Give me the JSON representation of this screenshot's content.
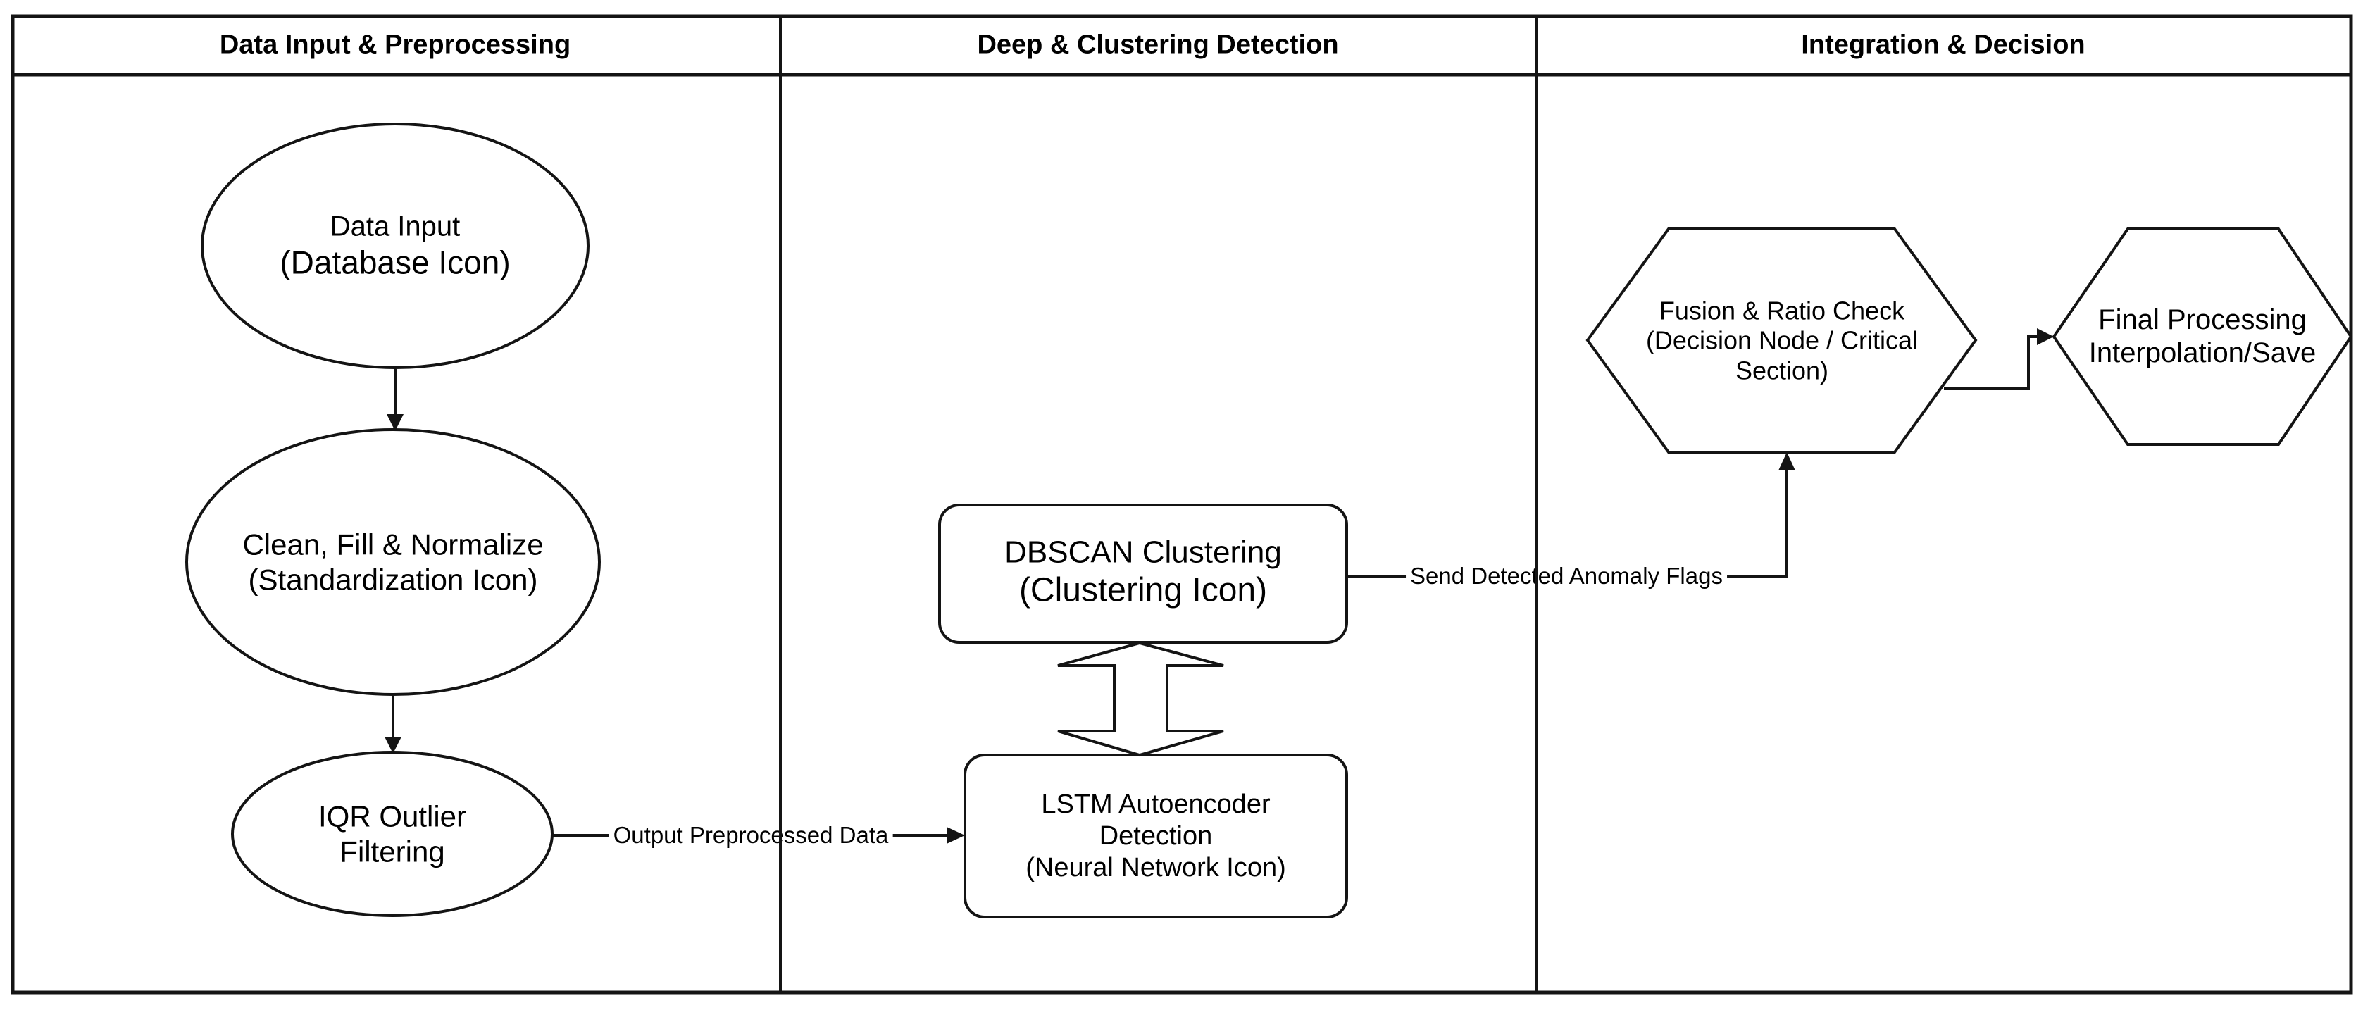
{
  "header": {
    "lanes": [
      "Data Input & Preprocessing",
      "Deep & Clustering Detection",
      "Integration & Decision"
    ]
  },
  "nodes": {
    "data_input": {
      "line1": "Data Input",
      "line2": "(Database Icon)"
    },
    "clean_fill_normalize": {
      "line1": "Clean, Fill & Normalize",
      "line2": "(Standardization Icon)"
    },
    "iqr_outlier": {
      "line1": "IQR Outlier",
      "line2": "Filtering"
    },
    "dbscan": {
      "line1": "DBSCAN Clustering",
      "line2": "(Clustering Icon)"
    },
    "lstm": {
      "line1": "LSTM Autoencoder",
      "line2": "Detection",
      "line3": "(Neural Network Icon)"
    },
    "fusion": {
      "line1": "Fusion & Ratio Check",
      "line2": "(Decision Node / Critical",
      "line3": "Section)"
    },
    "final": {
      "line1": "Final Processing",
      "line2": "Interpolation/Save"
    }
  },
  "edges": {
    "output_preprocessed": {
      "label": "Output Preprocessed Data"
    },
    "send_flags": {
      "label": "Send Detected Anomaly Flags"
    }
  },
  "colors": {
    "stroke": "#141414",
    "text": "#000000",
    "background": "#ffffff"
  }
}
